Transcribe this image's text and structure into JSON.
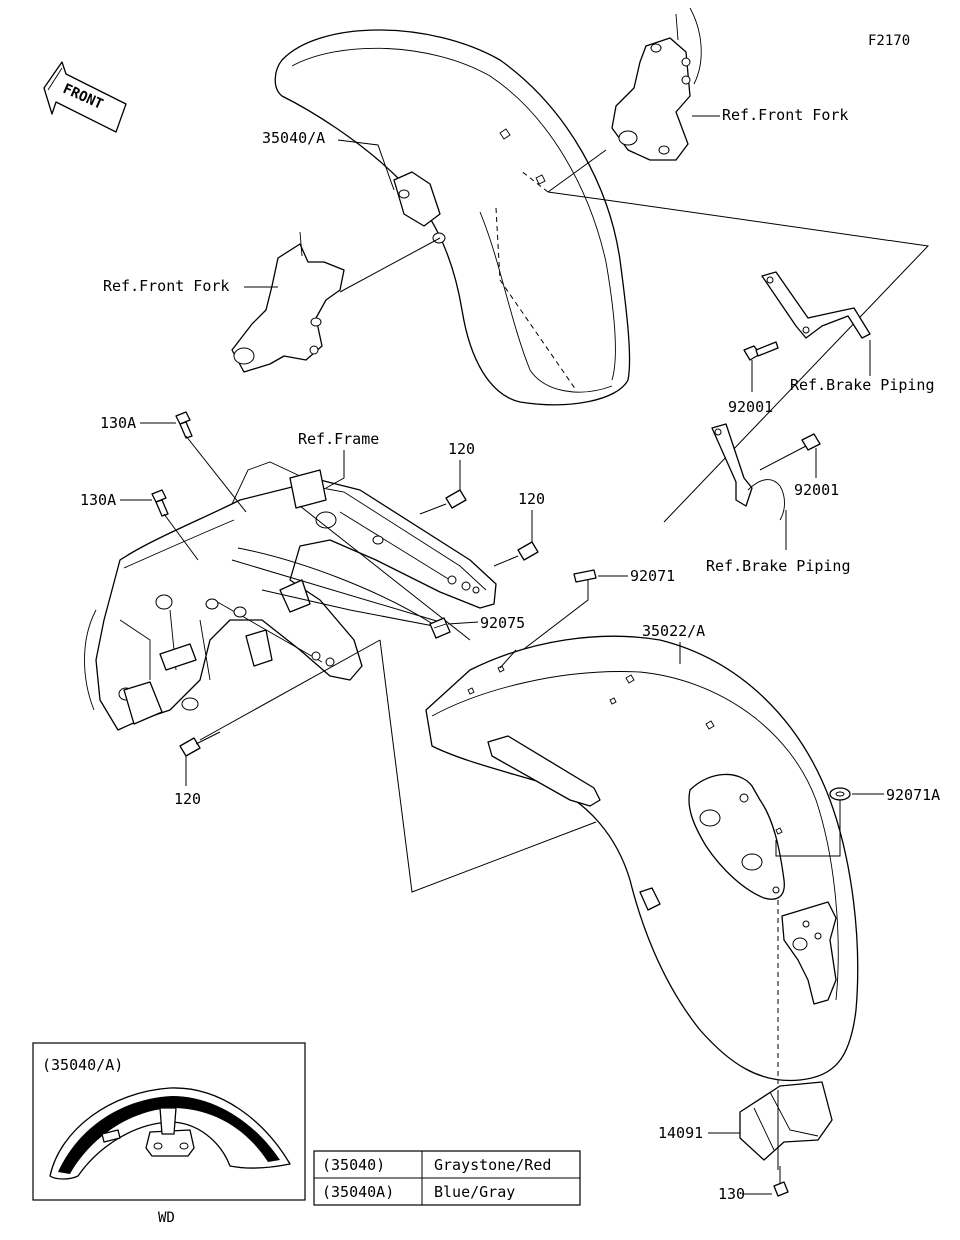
{
  "diagram_code": "F2170",
  "front_arrow_label": "FRONT",
  "labels": {
    "front_fender": "35040/A",
    "ref_front_fork_right": "Ref.Front Fork",
    "ref_front_fork_left": "Ref.Front Fork",
    "bolt_92001_upper": "92001",
    "ref_brake_piping_upper": "Ref.Brake Piping",
    "bolt_92001_lower": "92001",
    "ref_brake_piping_lower": "Ref.Brake Piping",
    "ref_frame": "Ref.Frame",
    "bolt_130a_upper": "130A",
    "bolt_130a_lower": "130A",
    "bolt_120_top": "120",
    "bolt_120_mid": "120",
    "bolt_120_bottom": "120",
    "part_92071": "92071",
    "part_92075": "92075",
    "rear_fender": "35022/A",
    "grommet_92071a": "92071A",
    "cover_14091": "14091",
    "bolt_130": "130"
  },
  "inset": {
    "title": "(35040/A)",
    "caption": "WD"
  },
  "color_table": {
    "rows": [
      {
        "code": "(35040)",
        "color": "Graystone/Red"
      },
      {
        "code": "(35040A)",
        "color": "Blue/Gray"
      }
    ]
  }
}
